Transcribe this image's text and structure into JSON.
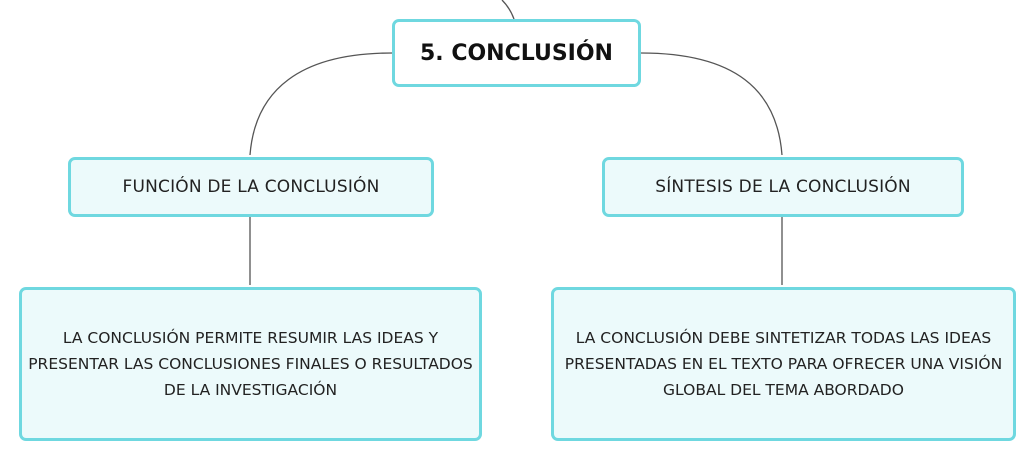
{
  "root": {
    "label": "5. CONCLUSIÓN"
  },
  "branches": [
    {
      "label": "FUNCIÓN DE LA CONCLUSIÓN",
      "detail": "LA CONCLUSIÓN PERMITE RESUMIR LAS IDEAS Y PRESENTAR LAS CONCLUSIONES FINALES O RESULTADOS DE LA INVESTIGACIÓN"
    },
    {
      "label": "SÍNTESIS DE LA CONCLUSIÓN",
      "detail": "LA CONCLUSIÓN DEBE SINTETIZAR TODAS LAS IDEAS PRESENTADAS EN EL TEXTO PARA OFRECER UNA VISIÓN GLOBAL DEL TEMA ABORDADO"
    }
  ],
  "colors": {
    "node_border": "#6fd8e0",
    "node_fill": "#ecfafb",
    "connector": "#555555"
  }
}
